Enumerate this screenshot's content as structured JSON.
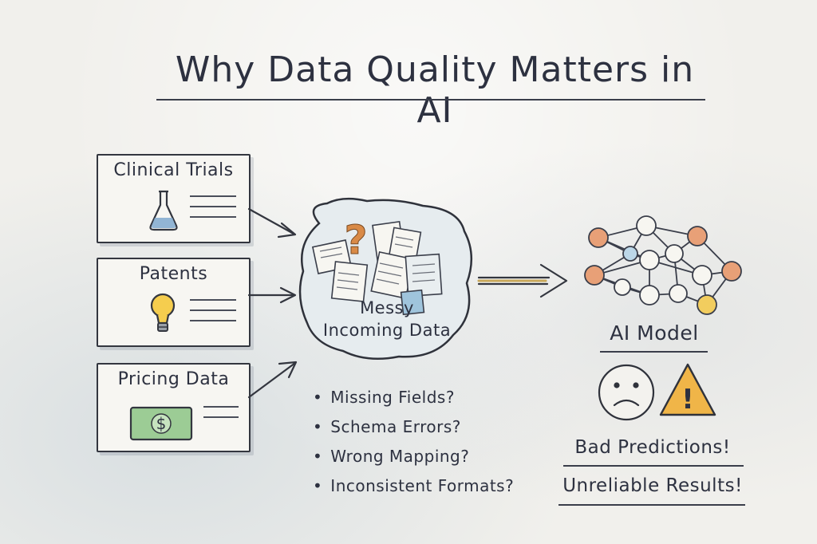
{
  "title": "Why Data Quality Matters in AI",
  "sources": [
    {
      "label": "Clinical Trials",
      "icon": "flask-icon"
    },
    {
      "label": "Patents",
      "icon": "lightbulb-icon"
    },
    {
      "label": "Pricing Data",
      "icon": "dollar-bill-icon"
    }
  ],
  "hub": {
    "label_line1": "Messy",
    "label_line2": "Incoming Data",
    "icon": "question-mark-icon",
    "question_mark": "?"
  },
  "issues": [
    "Missing Fields?",
    "Schema Errors?",
    "Wrong Mapping?",
    "Inconsistent Formats?"
  ],
  "model": {
    "label": "AI Model",
    "icons": [
      "neural-network-icon",
      "sad-face-icon",
      "warning-icon"
    ],
    "warning_symbol": "!",
    "dollar_symbol": "$"
  },
  "outcomes": [
    "Bad Predictions!",
    "Unreliable Results!"
  ],
  "colors": {
    "ink": "#2d3140",
    "node_orange": "#e8a077",
    "node_yellow": "#f2cd5e",
    "node_blue": "#bcd7e8",
    "warning": "#f0b548",
    "bill_green": "#9ccc95",
    "flask_blue": "#86aed0",
    "bulb_yellow": "#f5cd4e",
    "question_orange": "#d98a47"
  }
}
